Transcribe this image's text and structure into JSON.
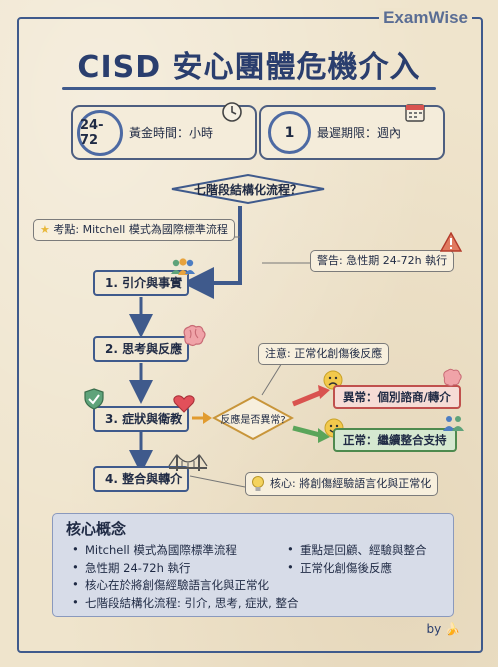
{
  "brand": "ExamWise",
  "title": "CISD 安心團體危機介入",
  "stats": [
    {
      "value": "24-72",
      "label": "黃金時間：小時",
      "icon": "clock-icon"
    },
    {
      "value": "1",
      "label": "最遲期限：週內",
      "icon": "calendar-icon"
    }
  ],
  "question": "七階段結構化流程？",
  "notes": {
    "exam": "考點: Mitchell 模式為國際標準流程",
    "warning": "警告: 急性期 24-72h 執行",
    "caution": "注意: 正常化創傷後反應",
    "core": "核心: 將創傷經驗語言化與正常化"
  },
  "steps": [
    {
      "label": "1. 引介與事實",
      "icon": "group-icon"
    },
    {
      "label": "2. 思考與反應",
      "icon": "brain-icon"
    },
    {
      "label": "3. 症狀與衛教",
      "icon": "shield-icon"
    },
    {
      "label": "4. 整合與轉介",
      "icon": "bridge-icon"
    }
  ],
  "decision": "反應是否異常?",
  "outcomes": {
    "abnormal": "異常：個別諮商/轉介",
    "normal": "正常：繼續整合支持"
  },
  "concepts": {
    "title": "核心概念",
    "items": [
      "Mitchell 模式為國際標準流程",
      "急性期 24-72h 執行",
      "核心在於將創傷經驗語言化與正常化",
      "七階段結構化流程: 引介, 思考, 症狀, 整合",
      "重點是回顧、經驗與整合",
      "正常化創傷後反應"
    ]
  },
  "byline": "by",
  "colors": {
    "navy": "#3f5a8c",
    "abnormal_border": "#c0504d",
    "normal_border": "#4e8a4e",
    "note_bg": "#f7efdd"
  }
}
